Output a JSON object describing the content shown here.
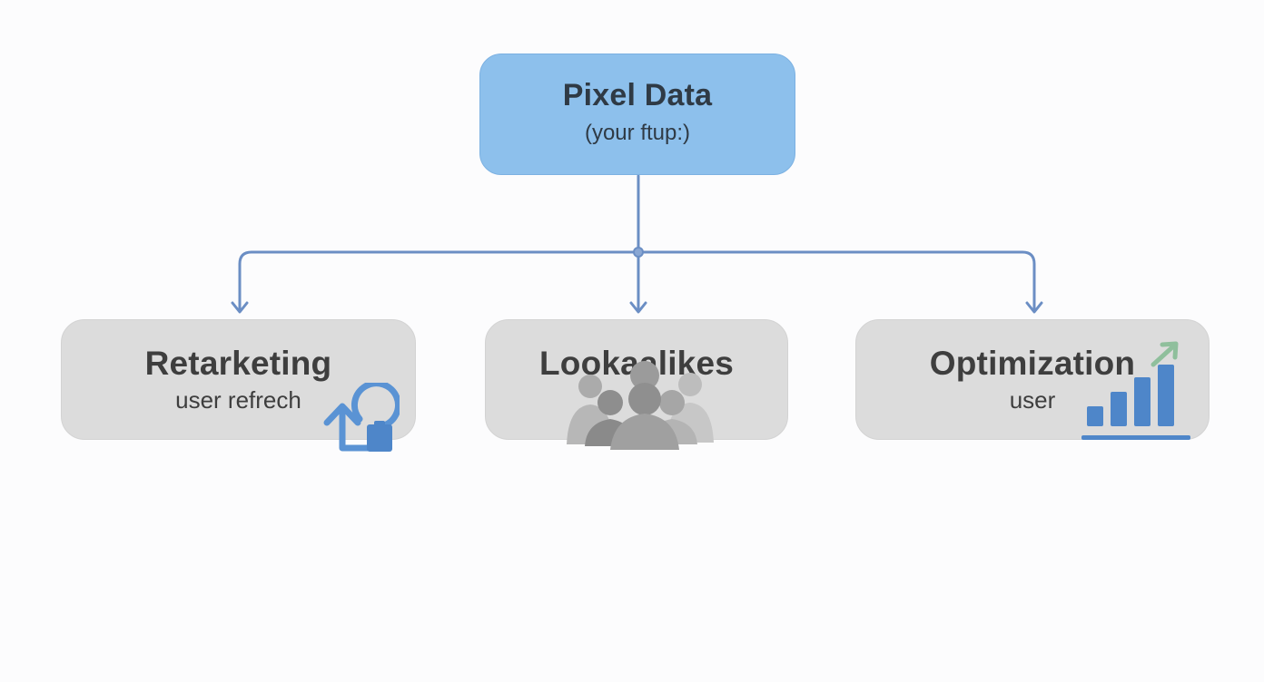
{
  "nodes": {
    "root": {
      "title": "Pixel Data",
      "subtitle": "(your ftup:)"
    },
    "retargeting": {
      "title": "Retarketing",
      "subtitle": "user refrech"
    },
    "lookalikes": {
      "title": "Lookaalikes"
    },
    "optimization": {
      "title": "Optimization",
      "subtitle": "user"
    }
  },
  "icons": {
    "retargeting": "refresh-cycle-icon",
    "lookalikes": "people-group-icon",
    "optimization": "bar-chart-growth-icon"
  },
  "colors": {
    "root_fill": "#8dc0ec",
    "child_fill": "#dcdcdc",
    "connector": "#6b8ec4",
    "icon_blue": "#4e86c9",
    "icon_gray": "#a3a3a3",
    "growth_arrow": "#8fbf9c"
  }
}
